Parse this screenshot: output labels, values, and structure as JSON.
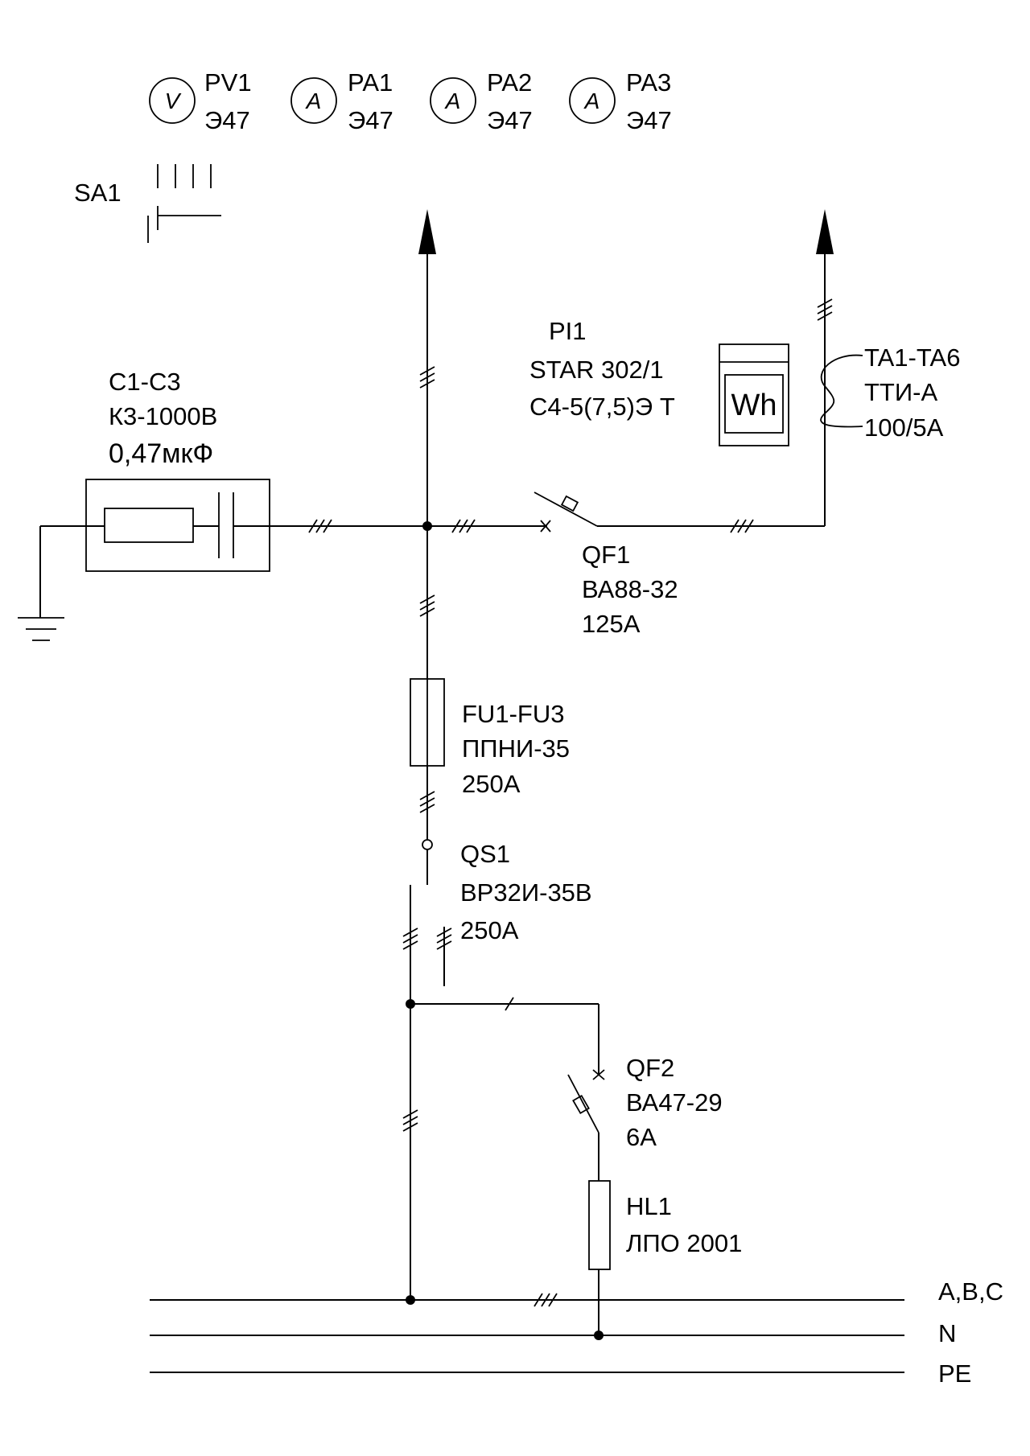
{
  "meters": [
    {
      "symbol": "V",
      "ref": "PV1",
      "model": "Э47"
    },
    {
      "symbol": "A",
      "ref": "PA1",
      "model": "Э47"
    },
    {
      "symbol": "A",
      "ref": "PA2",
      "model": "Э47"
    },
    {
      "symbol": "A",
      "ref": "PA3",
      "model": "Э47"
    }
  ],
  "switch_sa1": {
    "ref": "SA1"
  },
  "capacitor": {
    "ref": "C1-C3",
    "model": "К3-1000В",
    "value": "0,47мкФ"
  },
  "energy_meter": {
    "ref": "PI1",
    "model": "STAR 302/1",
    "spec": "С4-5(7,5)Э Т",
    "symbol": "Wh"
  },
  "current_transformer": {
    "ref": "TA1-TA6",
    "model": "ТТИ-А",
    "ratio": "100/5А"
  },
  "breaker_qf1": {
    "ref": "QF1",
    "model": "ВА88-32",
    "rating": "125А"
  },
  "fuse_fu": {
    "ref": "FU1-FU3",
    "model": "ППНИ-35",
    "rating": "250А"
  },
  "disconnector_qs1": {
    "ref": "QS1",
    "model": "ВР32И-35В",
    "rating": "250А"
  },
  "breaker_qf2": {
    "ref": "QF2",
    "model": "ВА47-29",
    "rating": "6А"
  },
  "lamp_hl1": {
    "ref": "HL1",
    "model": "ЛПО 2001"
  },
  "buses": [
    {
      "label": "А,В,С"
    },
    {
      "label": "N"
    },
    {
      "label": "PE"
    }
  ]
}
